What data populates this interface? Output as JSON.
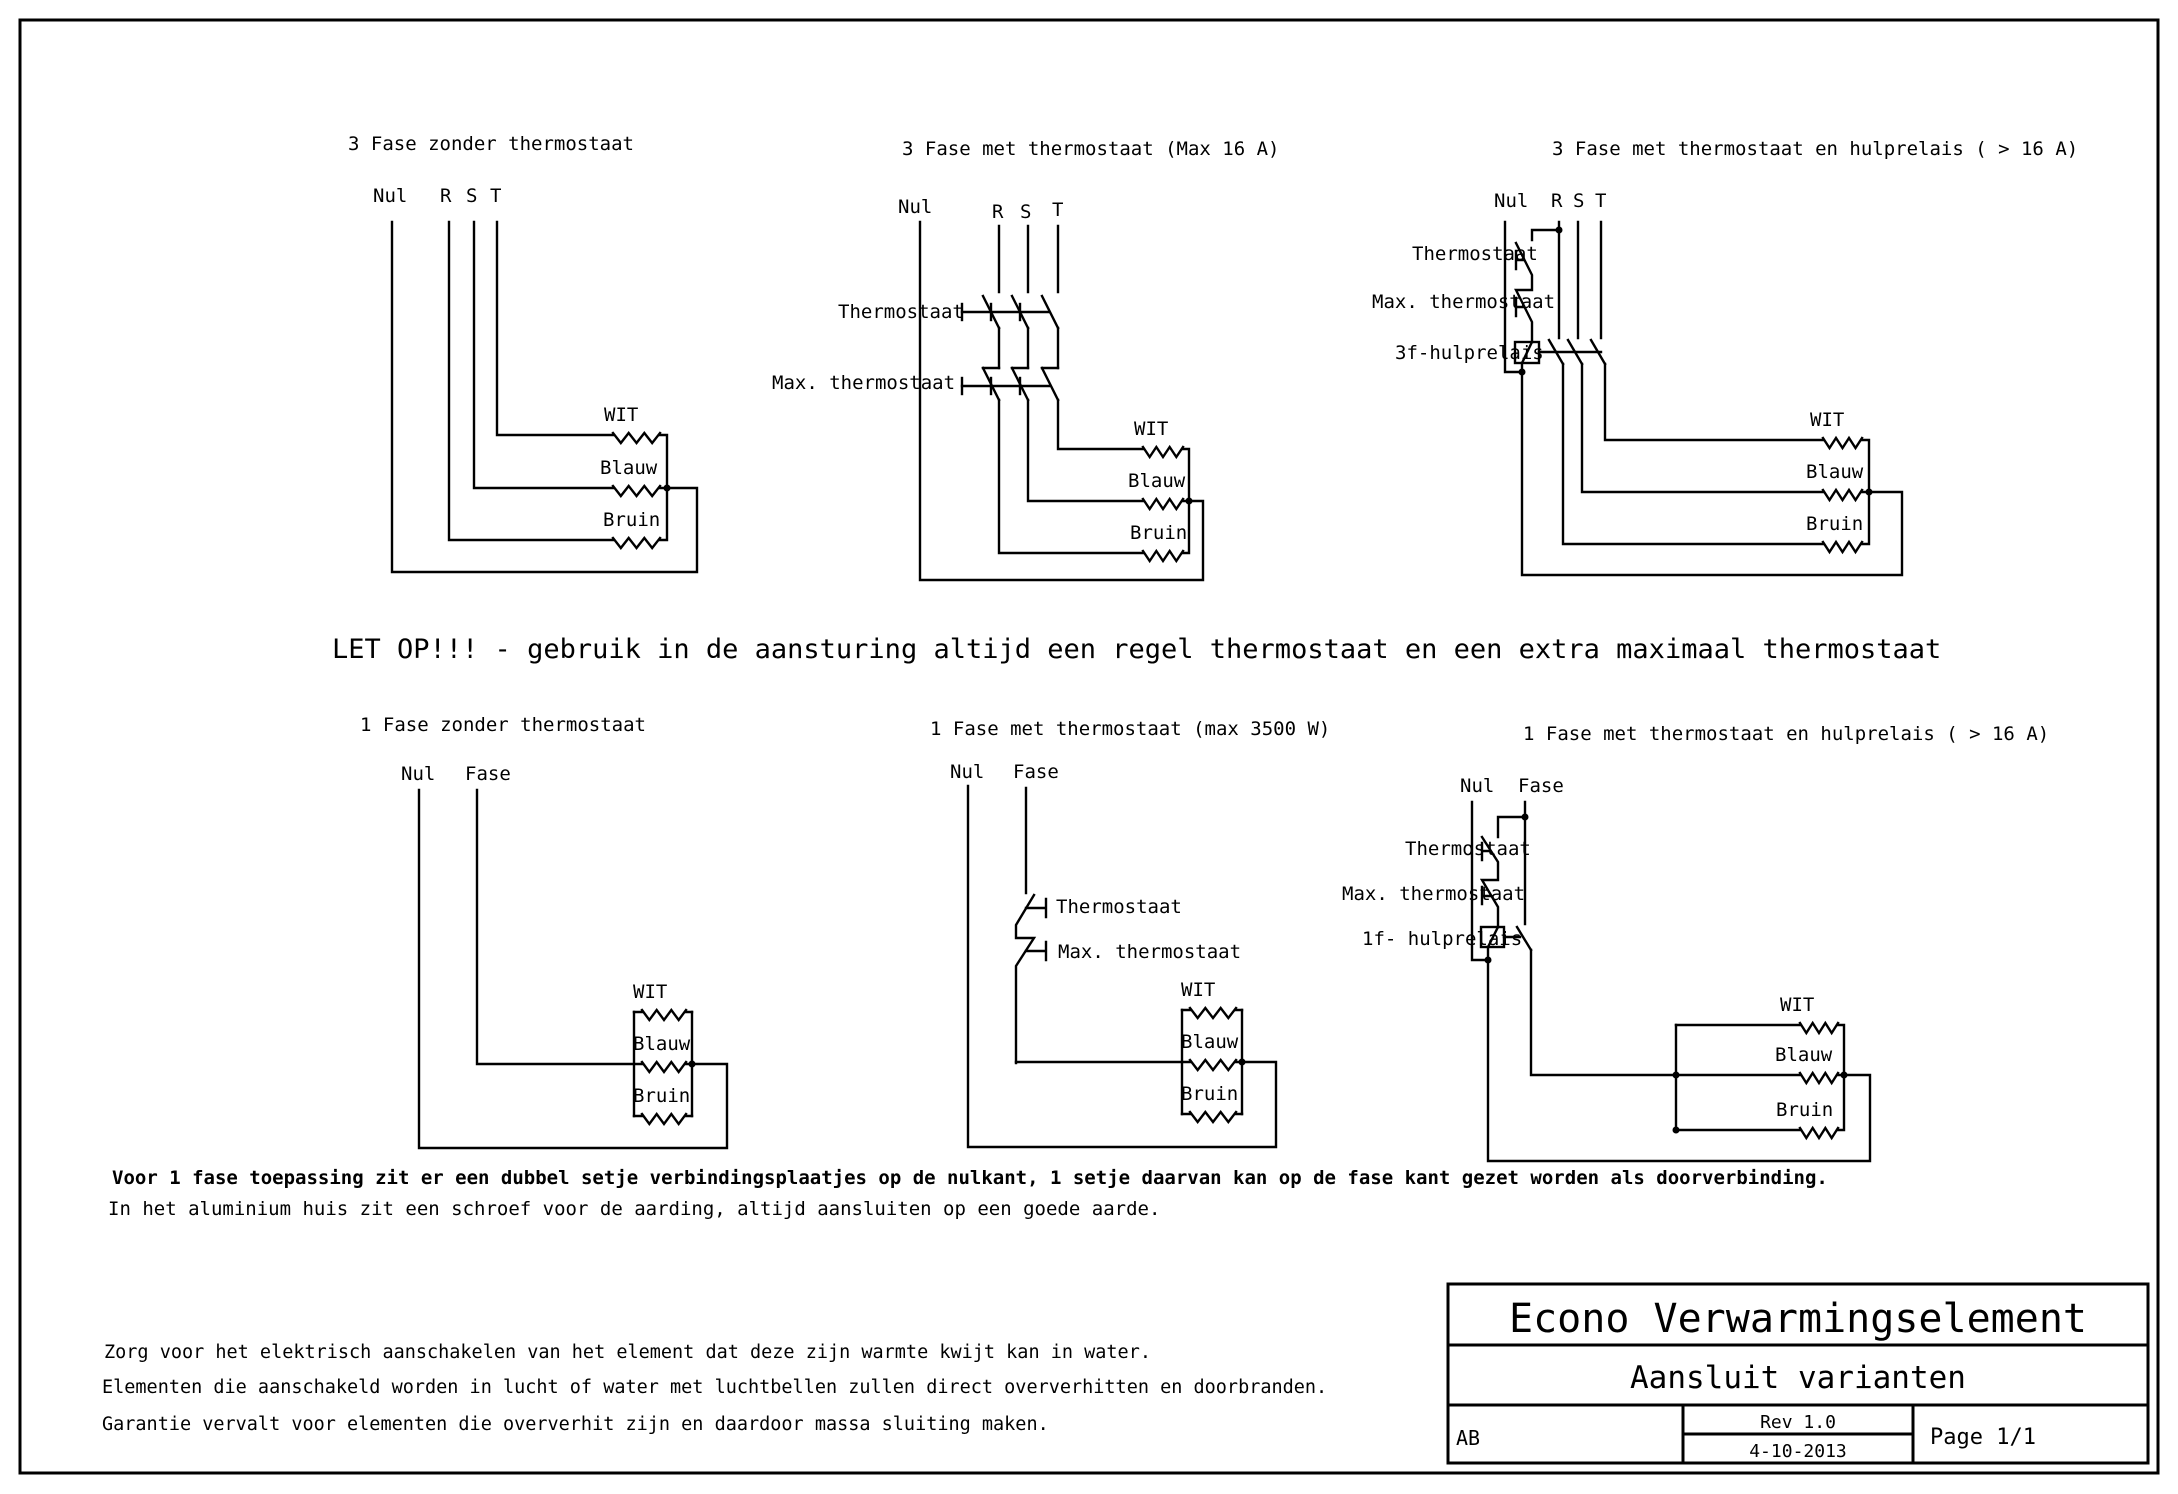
{
  "sheet": {
    "title": "Econo Verwarmingselement",
    "subtitle": "Aansluit varianten",
    "author": "AB",
    "revision": "Rev 1.0",
    "date": "4-10-2013",
    "page": "Page 1/1"
  },
  "warning": "LET OP!!! - gebruik in de aansturing altijd een regel thermostaat en een extra maximaal thermostaat",
  "notes": [
    "Voor 1 fase toepassing zit er een dubbel setje verbindingsplaatjes op de nulkant, 1 setje daarvan kan op de fase kant gezet worden als doorverbinding.",
    "In het aluminium huis zit een schroef voor de aarding, altijd aansluiten op een goede aarde."
  ],
  "footer_notes": [
    "Zorg voor het elektrisch aanschakelen van het element dat deze zijn warmte kwijt kan in water.",
    "Elementen die aanschakeld worden in lucht of water met luchtbellen zullen direct oververhitten en doorbranden.",
    "Garantie vervalt voor elementen die oververhit zijn en daardoor massa sluiting maken."
  ],
  "elements": [
    "WIT",
    "Blauw",
    "Bruin"
  ],
  "diagrams": [
    {
      "id": "3f-zonder",
      "title": "3 Fase zonder thermostaat",
      "terminals": [
        "Nul",
        "R",
        "S",
        "T"
      ]
    },
    {
      "id": "3f-met",
      "title": "3 Fase met thermostaat (Max 16 A)",
      "terminals": [
        "Nul",
        "R",
        "S",
        "T"
      ],
      "switches": [
        "Thermostaat",
        "Max. thermostaat"
      ]
    },
    {
      "id": "3f-relais",
      "title": "3 Fase met thermostaat en hulprelais ( > 16 A)",
      "terminals": [
        "Nul",
        "R",
        "S",
        "T"
      ],
      "switches": [
        "Thermostaat",
        "Max. thermostaat"
      ],
      "relay": "3f-hulprelais"
    },
    {
      "id": "1f-zonder",
      "title": "1 Fase zonder thermostaat",
      "terminals": [
        "Nul",
        "Fase"
      ]
    },
    {
      "id": "1f-met",
      "title": "1 Fase met thermostaat (max 3500 W)",
      "terminals": [
        "Nul",
        "Fase"
      ],
      "switches": [
        "Thermostaat",
        "Max. thermostaat"
      ]
    },
    {
      "id": "1f-relais",
      "title": "1 Fase met thermostaat en hulprelais ( > 16 A)",
      "terminals": [
        "Nul",
        "Fase"
      ],
      "switches": [
        "Thermostaat",
        "Max. thermostaat"
      ],
      "relay": "1f- hulprelais"
    }
  ]
}
